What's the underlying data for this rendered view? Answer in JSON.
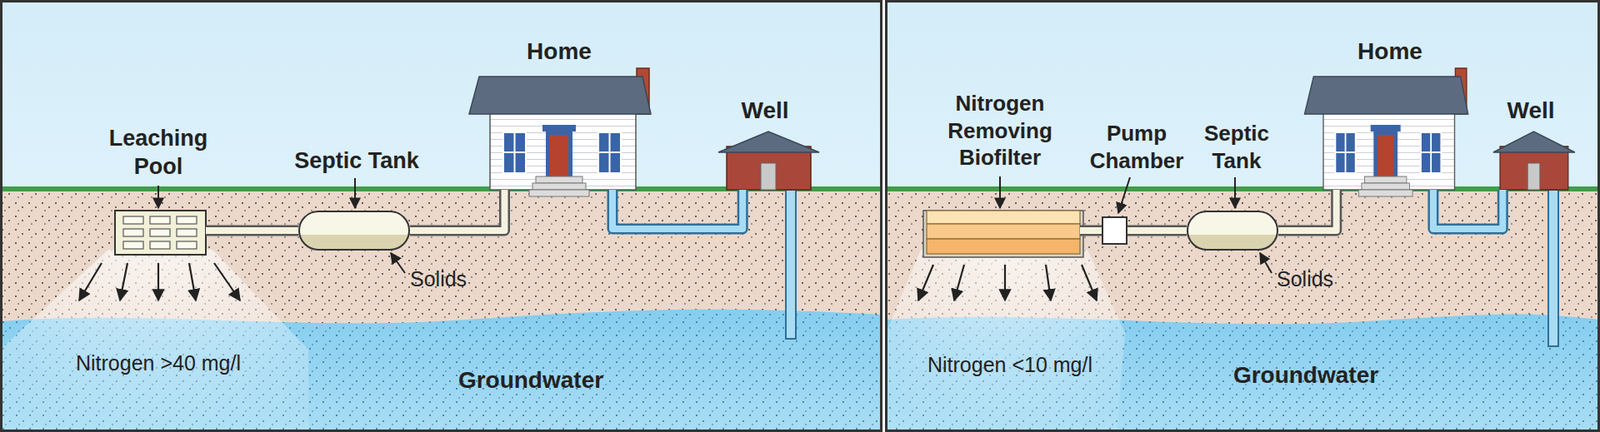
{
  "diagram": {
    "nodes": [
      {
        "text": [
          "Leaching Pool"
        ]
      },
      {
        "text": [
          "Septic Tank",
          "Solids"
        ]
      },
      {
        "text": [
          "Home"
        ]
      },
      {
        "text": [
          "Well"
        ]
      },
      {
        "text": [
          "Nitrogen Removing Biofilter"
        ]
      },
      {
        "text": [
          "Pump Chamber"
        ]
      },
      {
        "text": [
          "Septic Tank",
          "Solids"
        ]
      },
      {
        "text": [
          "Home"
        ]
      },
      {
        "text": [
          "Well"
        ]
      }
    ],
    "edges": [
      {
        "from": 2,
        "to": 1,
        "arrow": "none"
      },
      {
        "from": 1,
        "to": 0,
        "arrow": "none"
      },
      {
        "from": 3,
        "to": 2,
        "arrow": "none"
      },
      {
        "from": 7,
        "to": 6,
        "arrow": "none"
      },
      {
        "from": 6,
        "to": 5,
        "arrow": "none"
      },
      {
        "from": 5,
        "to": 4,
        "arrow": "none"
      },
      {
        "from": 8,
        "to": 7,
        "arrow": "none"
      }
    ],
    "labels": [
      "Nitrogen >40 mg/l",
      "Groundwater",
      "Nitrogen <10 mg/l",
      "Groundwater"
    ]
  }
}
